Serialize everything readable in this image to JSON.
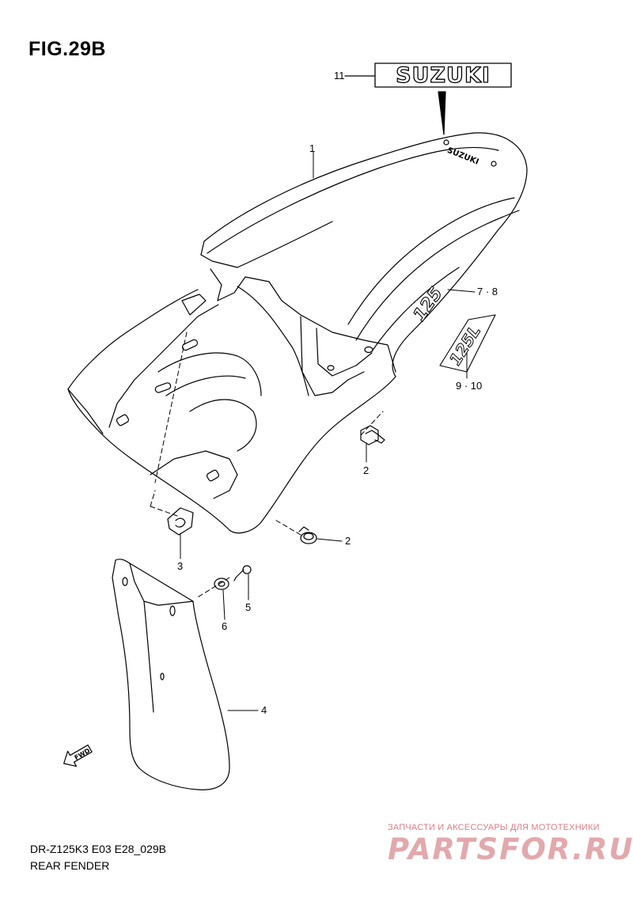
{
  "figure": {
    "title": "FIG.29B",
    "model_code": "DR-Z125K3 E03 E28_029B",
    "name": "REAR FENDER"
  },
  "callouts": {
    "p1": "1",
    "p2a": "2",
    "p2b": "2",
    "p3": "3",
    "p4": "4",
    "p5": "5",
    "p6": "6",
    "p78": "7 · 8",
    "p910": "9 · 10",
    "p11": "11"
  },
  "decals": {
    "suzuki": "SUZUKI",
    "small_suzuki": "SUZUKI",
    "emblem_a": "125",
    "emblem_b": "125L"
  },
  "fwd_label": "FWD",
  "watermark": {
    "subtitle": "ЗАПЧАСТИ И АКСЕССУАРЫ ДЛЯ МОТОТЕХНИКИ",
    "brand": "PARTSFOR.RU"
  }
}
